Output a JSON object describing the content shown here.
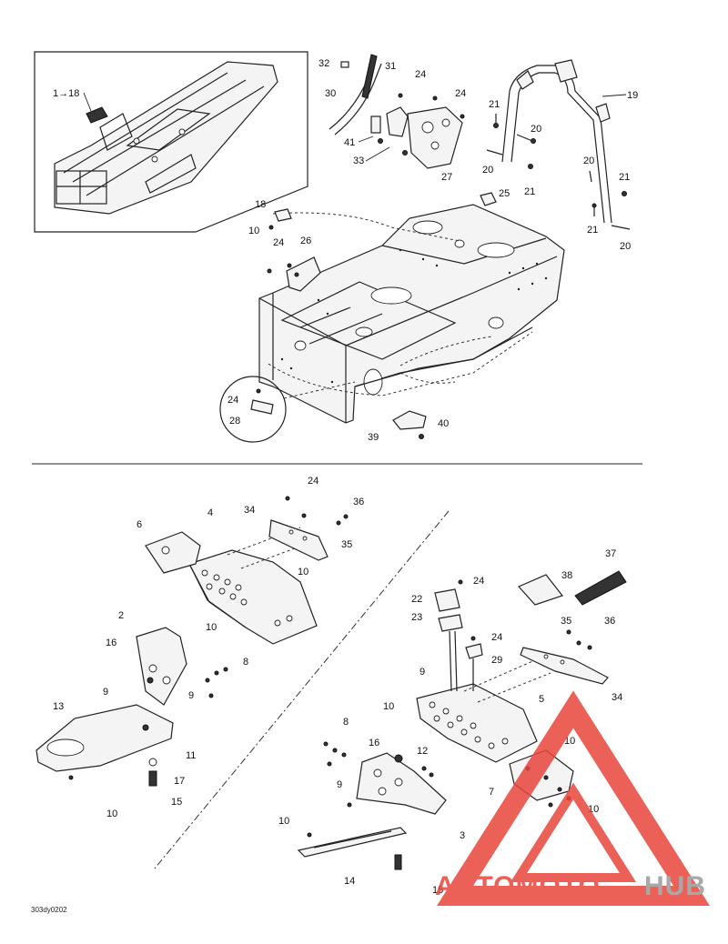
{
  "callouts": {
    "c1_18": "1→18",
    "c32": "32",
    "c31": "31",
    "c30": "30",
    "c41": "41",
    "c33": "33",
    "c24a": "24",
    "c24b": "24",
    "c27": "27",
    "c25": "25",
    "c21a": "21",
    "c20a": "20",
    "c20b": "20",
    "c21b": "21",
    "c19": "19",
    "c20c": "20",
    "c21c": "21",
    "c21d": "21",
    "c20d": "20",
    "c18": "18",
    "c10a": "10",
    "c24c": "24",
    "c26": "26",
    "c24d": "24",
    "c28": "28",
    "c39": "39",
    "c40": "40",
    "c24e": "24",
    "c36a": "36",
    "c34a": "34",
    "c35a": "35",
    "c6": "6",
    "c4": "4",
    "c10b": "10",
    "c10c": "10",
    "c2": "2",
    "c16a": "16",
    "c8a": "8",
    "c9a": "9",
    "c9b": "9",
    "c13": "13",
    "c11": "11",
    "c17": "17",
    "c15a": "15",
    "c10d": "10",
    "c37": "37",
    "c38": "38",
    "c24f": "24",
    "c22": "22",
    "c23": "23",
    "c24g": "24",
    "c29": "29",
    "c35b": "35",
    "c36b": "36",
    "c34b": "34",
    "c9c": "9",
    "c10e": "10",
    "c5": "5",
    "c10f": "10",
    "c8b": "8",
    "c16b": "16",
    "c12": "12",
    "c9d": "9",
    "c7": "7",
    "c10g": "10",
    "c3": "3",
    "c10h": "10",
    "c14": "14",
    "c15b": "15"
  },
  "figure_code": "303dy0202",
  "watermark": {
    "part1": "AUTOMOTO",
    "part2": "HUB",
    "accent_color": "#e8463c",
    "secondary_color": "#9a9a9a"
  }
}
